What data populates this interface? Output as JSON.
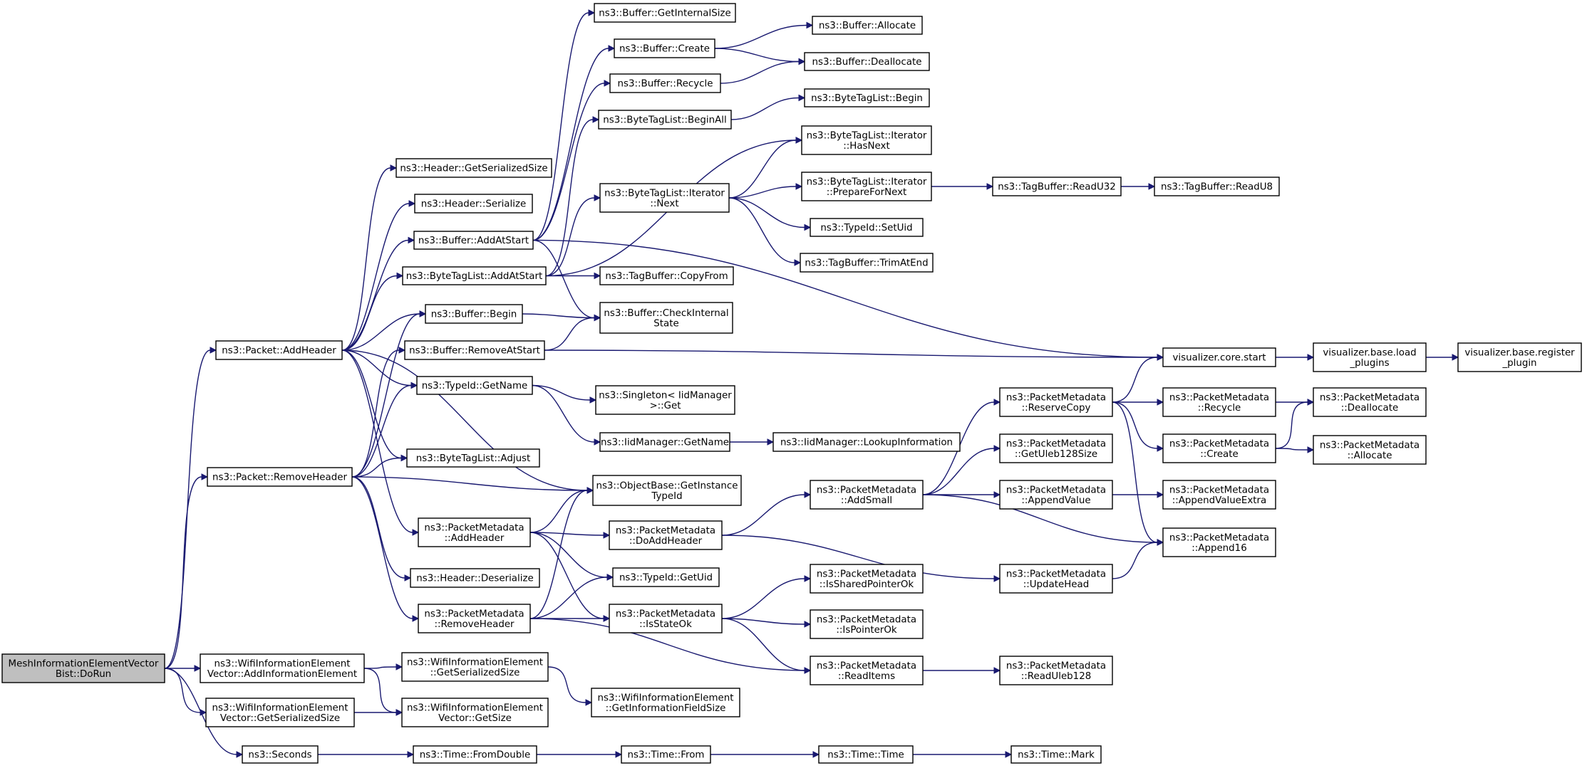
{
  "colors": {
    "edge": "#191970",
    "node_border": "#000000",
    "root_fill": "#bfbfbf",
    "node_fill": "#ffffff"
  },
  "nodes": [
    {
      "id": "root",
      "lines": [
        "MeshInformationElementVector",
        "Bist::DoRun"
      ]
    },
    {
      "id": "pkt_addheader",
      "lines": [
        "ns3::Packet::AddHeader"
      ]
    },
    {
      "id": "pkt_removeheader",
      "lines": [
        "ns3::Packet::RemoveHeader"
      ]
    },
    {
      "id": "wifi_addie",
      "lines": [
        "ns3::WifiInformationElement",
        "Vector::AddInformationElement"
      ]
    },
    {
      "id": "wifi_getser",
      "lines": [
        "ns3::WifiInformationElement",
        "Vector::GetSerializedSize"
      ]
    },
    {
      "id": "seconds",
      "lines": [
        "ns3::Seconds"
      ]
    },
    {
      "id": "hdr_getser",
      "lines": [
        "ns3::Header::GetSerializedSize"
      ]
    },
    {
      "id": "hdr_serialize",
      "lines": [
        "ns3::Header::Serialize"
      ]
    },
    {
      "id": "buf_addatstart",
      "lines": [
        "ns3::Buffer::AddAtStart"
      ]
    },
    {
      "id": "btl_addatstart",
      "lines": [
        "ns3::ByteTagList::AddAtStart"
      ]
    },
    {
      "id": "buf_begin",
      "lines": [
        "ns3::Buffer::Begin"
      ]
    },
    {
      "id": "buf_removeatstart",
      "lines": [
        "ns3::Buffer::RemoveAtStart"
      ]
    },
    {
      "id": "typeid_getname",
      "lines": [
        "ns3::TypeId::GetName"
      ]
    },
    {
      "id": "btl_adjust",
      "lines": [
        "ns3::ByteTagList::Adjust"
      ]
    },
    {
      "id": "pm_addheader",
      "lines": [
        "ns3::PacketMetadata",
        "::AddHeader"
      ]
    },
    {
      "id": "hdr_deserialize",
      "lines": [
        "ns3::Header::Deserialize"
      ]
    },
    {
      "id": "pm_removeheader",
      "lines": [
        "ns3::PacketMetadata",
        "::RemoveHeader"
      ]
    },
    {
      "id": "wifiv_getser",
      "lines": [
        "ns3::WifiInformationElement",
        "::GetSerializedSize"
      ]
    },
    {
      "id": "wifiv_getsize",
      "lines": [
        "ns3::WifiInformationElement",
        "Vector::GetSize"
      ]
    },
    {
      "id": "time_fromdouble",
      "lines": [
        "ns3::Time::FromDouble"
      ]
    },
    {
      "id": "buf_getinternalsize",
      "lines": [
        "ns3::Buffer::GetInternalSize"
      ]
    },
    {
      "id": "buf_create",
      "lines": [
        "ns3::Buffer::Create"
      ]
    },
    {
      "id": "buf_recycle",
      "lines": [
        "ns3::Buffer::Recycle"
      ]
    },
    {
      "id": "btl_beginall",
      "lines": [
        "ns3::ByteTagList::BeginAll"
      ]
    },
    {
      "id": "btli_next",
      "lines": [
        "ns3::ByteTagList::Iterator",
        "::Next"
      ]
    },
    {
      "id": "tb_copyfrom",
      "lines": [
        "ns3::TagBuffer::CopyFrom"
      ]
    },
    {
      "id": "buf_checkinternal",
      "lines": [
        "ns3::Buffer::CheckInternal",
        "State"
      ]
    },
    {
      "id": "singleton_get",
      "lines": [
        "ns3::Singleton< IidManager",
        ">::Get"
      ]
    },
    {
      "id": "iid_getname",
      "lines": [
        "ns3::IidManager::GetName"
      ]
    },
    {
      "id": "ob_getinstance",
      "lines": [
        "ns3::ObjectBase::GetInstance",
        "TypeId"
      ]
    },
    {
      "id": "pm_doaddheader",
      "lines": [
        "ns3::PacketMetadata",
        "::DoAddHeader"
      ]
    },
    {
      "id": "typeid_getuid",
      "lines": [
        "ns3::TypeId::GetUid"
      ]
    },
    {
      "id": "pm_isstateok",
      "lines": [
        "ns3::PacketMetadata",
        "::IsStateOk"
      ]
    },
    {
      "id": "wifi_getinfofield",
      "lines": [
        "ns3::WifiInformationElement",
        "::GetInformationFieldSize"
      ]
    },
    {
      "id": "time_from",
      "lines": [
        "ns3::Time::From"
      ]
    },
    {
      "id": "buf_allocate",
      "lines": [
        "ns3::Buffer::Allocate"
      ]
    },
    {
      "id": "buf_deallocate",
      "lines": [
        "ns3::Buffer::Deallocate"
      ]
    },
    {
      "id": "btl_begin",
      "lines": [
        "ns3::ByteTagList::Begin"
      ]
    },
    {
      "id": "btli_hasnext",
      "lines": [
        "ns3::ByteTagList::Iterator",
        "::HasNext"
      ]
    },
    {
      "id": "btli_preparefornext",
      "lines": [
        "ns3::ByteTagList::Iterator",
        "::PrepareForNext"
      ]
    },
    {
      "id": "typeid_setuid",
      "lines": [
        "ns3::TypeId::SetUid"
      ]
    },
    {
      "id": "tb_trimatend",
      "lines": [
        "ns3::TagBuffer::TrimAtEnd"
      ]
    },
    {
      "id": "iid_lookupinfo",
      "lines": [
        "ns3::IidManager::LookupInformation"
      ]
    },
    {
      "id": "pm_addsmall",
      "lines": [
        "ns3::PacketMetadata",
        "::AddSmall"
      ]
    },
    {
      "id": "pm_issharedptrok",
      "lines": [
        "ns3::PacketMetadata",
        "::IsSharedPointerOk"
      ]
    },
    {
      "id": "pm_ispointerok",
      "lines": [
        "ns3::PacketMetadata",
        "::IsPointerOk"
      ]
    },
    {
      "id": "pm_readitems",
      "lines": [
        "ns3::PacketMetadata",
        "::ReadItems"
      ]
    },
    {
      "id": "time_time",
      "lines": [
        "ns3::Time::Time"
      ]
    },
    {
      "id": "tb_readu32",
      "lines": [
        "ns3::TagBuffer::ReadU32"
      ]
    },
    {
      "id": "tb_readu8",
      "lines": [
        "ns3::TagBuffer::ReadU8"
      ]
    },
    {
      "id": "pm_reservecopy",
      "lines": [
        "ns3::PacketMetadata",
        "::ReserveCopy"
      ]
    },
    {
      "id": "pm_getuleb128size",
      "lines": [
        "ns3::PacketMetadata",
        "::GetUleb128Size"
      ]
    },
    {
      "id": "pm_appendvalue",
      "lines": [
        "ns3::PacketMetadata",
        "::AppendValue"
      ]
    },
    {
      "id": "pm_updatehead",
      "lines": [
        "ns3::PacketMetadata",
        "::UpdateHead"
      ]
    },
    {
      "id": "pm_readuleb128",
      "lines": [
        "ns3::PacketMetadata",
        "::ReadUleb128"
      ]
    },
    {
      "id": "time_mark",
      "lines": [
        "ns3::Time::Mark"
      ]
    },
    {
      "id": "vis_core_start",
      "lines": [
        "visualizer.core.start"
      ]
    },
    {
      "id": "pm_recycle",
      "lines": [
        "ns3::PacketMetadata",
        "::Recycle"
      ]
    },
    {
      "id": "pm_create",
      "lines": [
        "ns3::PacketMetadata",
        "::Create"
      ]
    },
    {
      "id": "pm_appendvalueextra",
      "lines": [
        "ns3::PacketMetadata",
        "::AppendValueExtra"
      ]
    },
    {
      "id": "pm_append16",
      "lines": [
        "ns3::PacketMetadata",
        "::Append16"
      ]
    },
    {
      "id": "vis_base_load",
      "lines": [
        "visualizer.base.load",
        "_plugins"
      ]
    },
    {
      "id": "pm_deallocate",
      "lines": [
        "ns3::PacketMetadata",
        "::Deallocate"
      ]
    },
    {
      "id": "pm_allocate",
      "lines": [
        "ns3::PacketMetadata",
        "::Allocate"
      ]
    },
    {
      "id": "vis_base_register",
      "lines": [
        "visualizer.base.register",
        "_plugin"
      ]
    }
  ],
  "edges": [
    [
      "root",
      "pkt_addheader"
    ],
    [
      "root",
      "pkt_removeheader"
    ],
    [
      "root",
      "wifi_addie"
    ],
    [
      "root",
      "wifi_getser"
    ],
    [
      "root",
      "seconds"
    ],
    [
      "pkt_addheader",
      "hdr_getser"
    ],
    [
      "pkt_addheader",
      "hdr_serialize"
    ],
    [
      "pkt_addheader",
      "buf_addatstart"
    ],
    [
      "pkt_addheader",
      "btl_addatstart"
    ],
    [
      "pkt_addheader",
      "buf_begin"
    ],
    [
      "pkt_addheader",
      "typeid_getname"
    ],
    [
      "pkt_addheader",
      "btl_adjust"
    ],
    [
      "pkt_addheader",
      "pm_addheader"
    ],
    [
      "pkt_addheader",
      "ob_getinstance"
    ],
    [
      "pkt_removeheader",
      "buf_begin"
    ],
    [
      "pkt_removeheader",
      "buf_removeatstart"
    ],
    [
      "pkt_removeheader",
      "typeid_getname"
    ],
    [
      "pkt_removeheader",
      "btl_adjust"
    ],
    [
      "pkt_removeheader",
      "ob_getinstance"
    ],
    [
      "pkt_removeheader",
      "hdr_deserialize"
    ],
    [
      "pkt_removeheader",
      "pm_removeheader"
    ],
    [
      "wifi_addie",
      "wifiv_getser"
    ],
    [
      "wifi_addie",
      "wifiv_getsize"
    ],
    [
      "wifi_getser",
      "wifiv_getsize"
    ],
    [
      "wifiv_getser",
      "wifi_getinfofield"
    ],
    [
      "seconds",
      "time_fromdouble"
    ],
    [
      "time_fromdouble",
      "time_from"
    ],
    [
      "time_from",
      "time_time"
    ],
    [
      "time_time",
      "time_mark"
    ],
    [
      "buf_addatstart",
      "buf_getinternalsize"
    ],
    [
      "buf_addatstart",
      "buf_create"
    ],
    [
      "buf_addatstart",
      "buf_recycle"
    ],
    [
      "buf_addatstart",
      "buf_checkinternal"
    ],
    [
      "buf_addatstart",
      "vis_core_start"
    ],
    [
      "btl_addatstart",
      "btl_beginall"
    ],
    [
      "btl_addatstart",
      "btli_next"
    ],
    [
      "btl_addatstart",
      "tb_copyfrom"
    ],
    [
      "btl_addatstart",
      "btli_hasnext"
    ],
    [
      "buf_begin",
      "buf_checkinternal"
    ],
    [
      "buf_removeatstart",
      "buf_checkinternal"
    ],
    [
      "buf_removeatstart",
      "vis_core_start"
    ],
    [
      "typeid_getname",
      "singleton_get"
    ],
    [
      "typeid_getname",
      "iid_getname"
    ],
    [
      "iid_getname",
      "iid_lookupinfo"
    ],
    [
      "pm_addheader",
      "ob_getinstance"
    ],
    [
      "pm_addheader",
      "pm_doaddheader"
    ],
    [
      "pm_addheader",
      "typeid_getuid"
    ],
    [
      "pm_addheader",
      "pm_isstateok"
    ],
    [
      "pm_removeheader",
      "ob_getinstance"
    ],
    [
      "pm_removeheader",
      "typeid_getuid"
    ],
    [
      "pm_removeheader",
      "pm_isstateok"
    ],
    [
      "pm_removeheader",
      "pm_readitems"
    ],
    [
      "buf_create",
      "buf_allocate"
    ],
    [
      "buf_create",
      "buf_deallocate"
    ],
    [
      "buf_recycle",
      "buf_deallocate"
    ],
    [
      "btl_beginall",
      "btl_begin"
    ],
    [
      "btli_next",
      "btli_hasnext"
    ],
    [
      "btli_next",
      "btli_preparefornext"
    ],
    [
      "btli_next",
      "typeid_setuid"
    ],
    [
      "btli_next",
      "tb_trimatend"
    ],
    [
      "btli_preparefornext",
      "tb_readu32"
    ],
    [
      "tb_readu32",
      "tb_readu8"
    ],
    [
      "pm_doaddheader",
      "pm_addsmall"
    ],
    [
      "pm_doaddheader",
      "pm_updatehead"
    ],
    [
      "pm_isstateok",
      "pm_issharedptrok"
    ],
    [
      "pm_isstateok",
      "pm_ispointerok"
    ],
    [
      "pm_isstateok",
      "pm_readitems"
    ],
    [
      "pm_readitems",
      "pm_readuleb128"
    ],
    [
      "pm_addsmall",
      "pm_reservecopy"
    ],
    [
      "pm_addsmall",
      "pm_getuleb128size"
    ],
    [
      "pm_addsmall",
      "pm_appendvalue"
    ],
    [
      "pm_addsmall",
      "pm_append16"
    ],
    [
      "pm_reservecopy",
      "vis_core_start"
    ],
    [
      "pm_reservecopy",
      "pm_recycle"
    ],
    [
      "pm_reservecopy",
      "pm_create"
    ],
    [
      "pm_reservecopy",
      "pm_append16"
    ],
    [
      "pm_appendvalue",
      "pm_appendvalueextra"
    ],
    [
      "pm_updatehead",
      "pm_append16"
    ],
    [
      "pm_recycle",
      "pm_deallocate"
    ],
    [
      "pm_create",
      "pm_deallocate"
    ],
    [
      "pm_create",
      "pm_allocate"
    ],
    [
      "vis_core_start",
      "vis_base_load"
    ],
    [
      "vis_base_load",
      "vis_base_register"
    ]
  ]
}
